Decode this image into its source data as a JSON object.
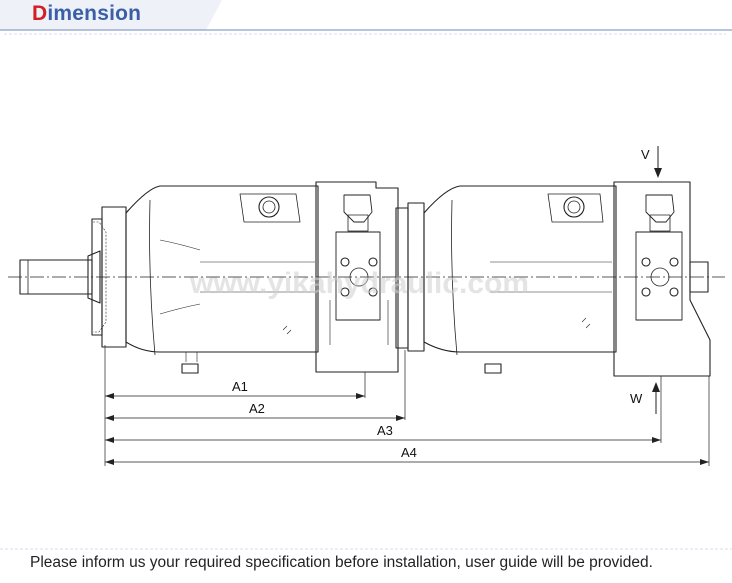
{
  "header": {
    "title_first_letter": "D",
    "title_rest": "imension"
  },
  "diagram": {
    "watermark": "www.yikahydraulic.com",
    "port_labels": {
      "v": "V",
      "w": "W"
    },
    "dimension_labels": {
      "a1": "A1",
      "a2": "A2",
      "a3": "A3",
      "a4": "A4"
    }
  },
  "footer": {
    "note": "Please inform us your required specification before installation, user guide will be provided."
  },
  "colors": {
    "title_blue": "#3a5fa8",
    "title_red": "#d21f26",
    "line": "#222222"
  }
}
